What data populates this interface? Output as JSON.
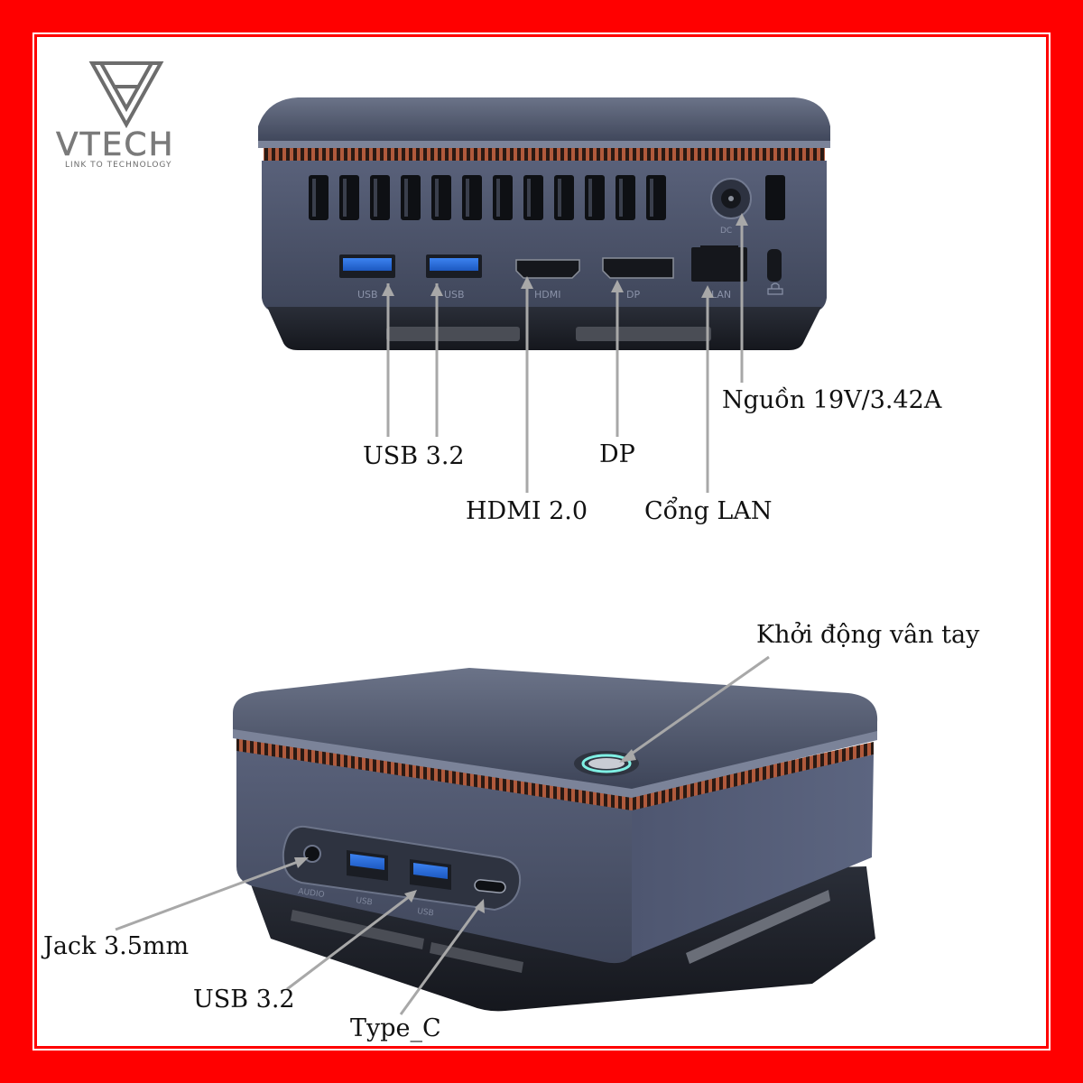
{
  "logo": {
    "brand": "VTECH",
    "tagline": "LINK TO TECHNOLOGY"
  },
  "rear_panel": {
    "port_prints": [
      "USB",
      "USB",
      "HDMI",
      "DP",
      "LAN",
      "DC"
    ],
    "callouts": {
      "usb": "USB 3.2",
      "hdmi": "HDMI 2.0",
      "dp": "DP",
      "lan": "Cổng LAN",
      "power": "Nguồn 19V/3.42A"
    }
  },
  "front_panel": {
    "port_prints": [
      "AUDIO",
      "USB",
      "USB"
    ],
    "callouts": {
      "fingerprint": "Khởi động vân tay",
      "jack": "Jack 3.5mm",
      "usb": "USB 3.2",
      "typec": "Type_C"
    }
  },
  "colors": {
    "frame": "#ff0000",
    "chassis": "#4a5266",
    "usb_port": "#2a6cd8",
    "callout_line": "#a8a8a8"
  }
}
